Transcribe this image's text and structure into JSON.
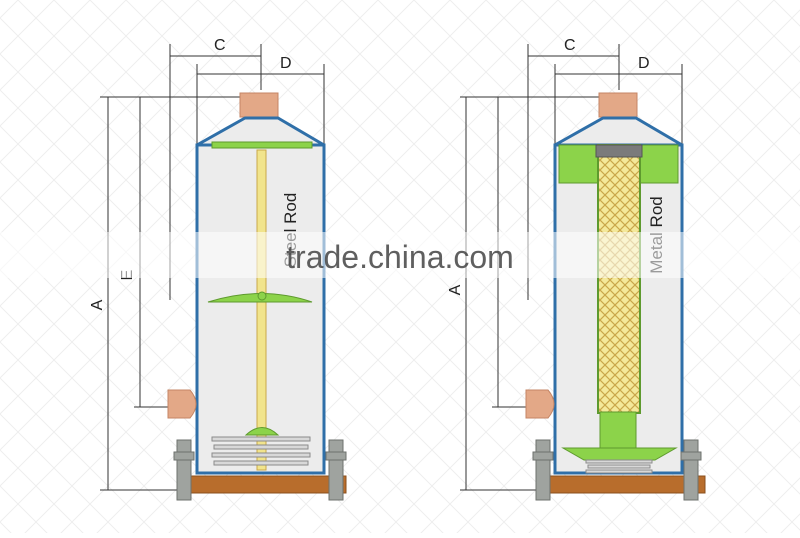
{
  "dimensions": {
    "left": {
      "A": "A",
      "E": "E",
      "C": "C",
      "D": "D"
    },
    "right": {
      "A": "A",
      "C": "C",
      "D": "D"
    }
  },
  "rod_labels": {
    "left": "Steel Rod",
    "right": "Metal Rod"
  },
  "watermark": "trade.china.com",
  "colors": {
    "shell": "#2f6fa8",
    "interior": "#ececec",
    "fitting": "#e3a887",
    "base": "#b86d2c",
    "bolt": "#9fa39f",
    "rod": "#f1e48c",
    "green": "#8cd34a",
    "spring": "#d4d4d4"
  }
}
